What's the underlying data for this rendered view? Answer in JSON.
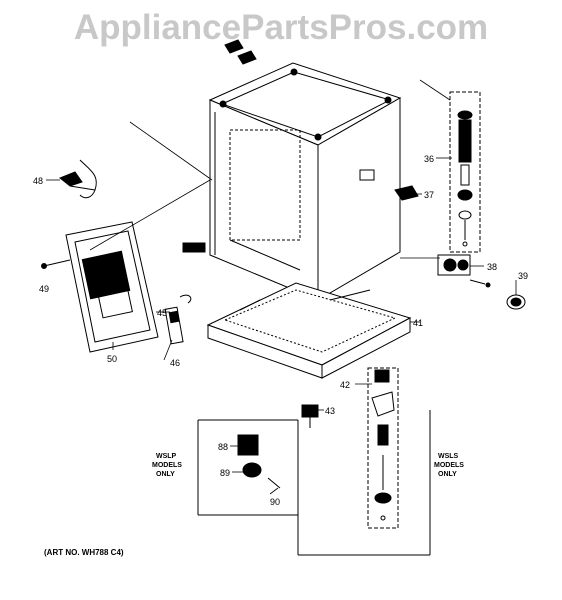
{
  "watermark": "AppliancePartsPros.com",
  "art_no": "(ART NO. WH788 C4)",
  "callouts": {
    "c36": "36",
    "c37": "37",
    "c38": "38",
    "c39": "39",
    "c41": "41",
    "c42": "42",
    "c43": "43",
    "c45": "45",
    "c46": "46",
    "c48": "48",
    "c49": "49",
    "c50": "50",
    "c88": "88",
    "c89": "89",
    "c90": "90"
  },
  "groups": {
    "wslp_line1": "WSLP",
    "wslp_line2": "MODELS",
    "wslp_line3": "ONLY",
    "wsls_line1": "WSLS",
    "wsls_line2": "MODELS",
    "wsls_line3": "ONLY"
  }
}
